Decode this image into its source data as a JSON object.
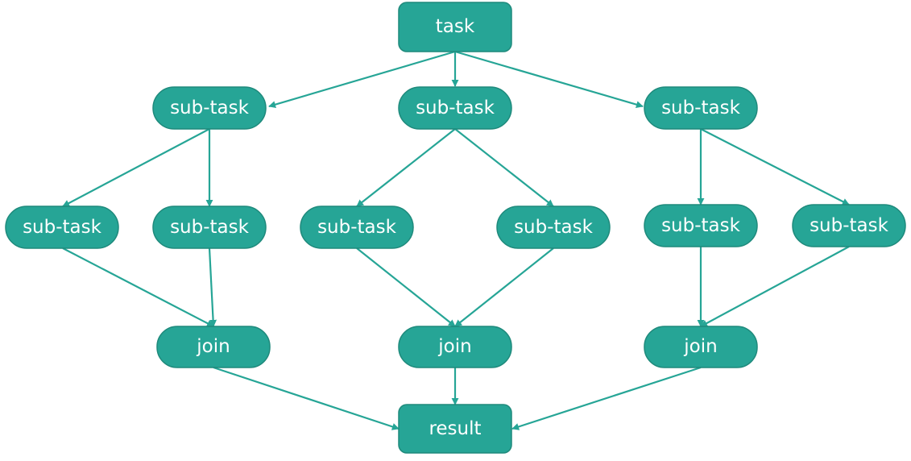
{
  "colors": {
    "node_fill": "#26a596",
    "edge": "#26a596"
  },
  "nodes": {
    "task": "task",
    "subtask_left": "sub-task",
    "subtask_center": "sub-task",
    "subtask_right": "sub-task",
    "leaf_1": "sub-task",
    "leaf_2": "sub-task",
    "leaf_3": "sub-task",
    "leaf_4": "sub-task",
    "leaf_5": "sub-task",
    "leaf_6": "sub-task",
    "join_left": "join",
    "join_center": "join",
    "join_right": "join",
    "result": "result"
  }
}
